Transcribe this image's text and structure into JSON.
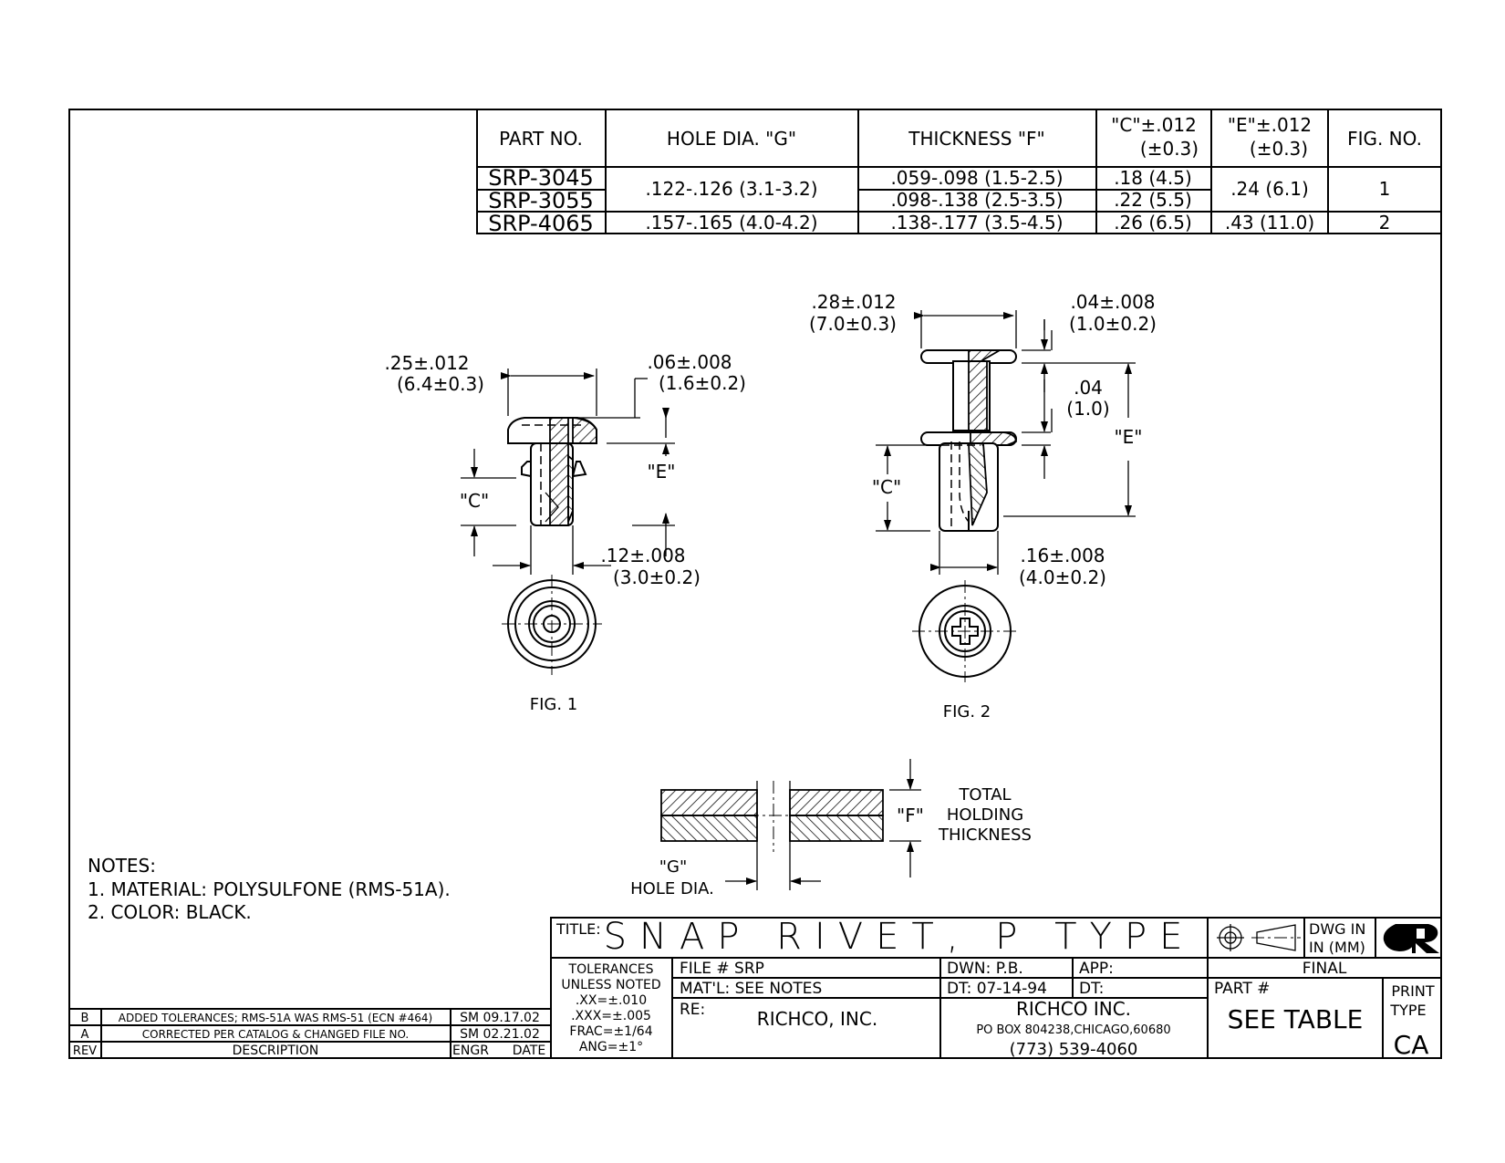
{
  "table": {
    "headers": {
      "part_no": "PART NO.",
      "hole_dia": "HOLE DIA. \"G\"",
      "thickness": "THICKNESS \"F\"",
      "c_line1": "\"C\"±.012",
      "c_line2": "(±0.3)",
      "e_line1": "\"E\"±.012",
      "e_line2": "(±0.3)",
      "fig_no": "FIG. NO."
    },
    "rows": [
      {
        "part": "SRP-3045",
        "thickness": ".059-.098 (1.5-2.5)",
        "c": ".18 (4.5)"
      },
      {
        "part": "SRP-3055",
        "thickness": ".098-.138 (2.5-3.5)",
        "c": ".22 (5.5)"
      },
      {
        "part": "SRP-4065",
        "hole": ".157-.165 (4.0-4.2)",
        "thickness": ".138-.177 (3.5-4.5)",
        "c": ".26 (6.5)",
        "e": ".43 (11.0)",
        "fig": "2"
      }
    ],
    "merged_hole_3045_3055": ".122-.126 (3.1-3.2)",
    "merged_e_3045_3055": ".24 (6.1)",
    "merged_fig_3045_3055": "1"
  },
  "fig1": {
    "caption": "FIG. 1",
    "dim_head_l1": ".25±.012",
    "dim_head_l2": "(6.4±0.3)",
    "dim_thk_l1": ".06±.008",
    "dim_thk_l2": "(1.6±0.2)",
    "dim_shank_l1": ".12±.008",
    "dim_shank_l2": "(3.0±0.2)",
    "label_e": "\"E\"",
    "label_c": "\"C\""
  },
  "fig2": {
    "caption": "FIG. 2",
    "dim_head_l1": ".28±.012",
    "dim_head_l2": "(7.0±0.3)",
    "dim_thk_l1": ".04±.008",
    "dim_thk_l2": "(1.0±0.2)",
    "dim_gap_l1": ".04",
    "dim_gap_l2": "(1.0)",
    "dim_shank_l1": ".16±.008",
    "dim_shank_l2": "(4.0±0.2)",
    "label_e": "\"E\"",
    "label_c": "\"C\""
  },
  "panel": {
    "label_f": "\"F\"",
    "total_l1": "TOTAL",
    "total_l2": "HOLDING",
    "total_l3": "THICKNESS",
    "label_g": "\"G\"",
    "hole_dia": "HOLE DIA."
  },
  "notes": {
    "heading": "NOTES:",
    "items": [
      "1. MATERIAL: POLYSULFONE (RMS-51A).",
      "2. COLOR: BLACK."
    ]
  },
  "revisions": {
    "rows": [
      {
        "rev": "B",
        "desc": "ADDED TOLERANCES; RMS-51A WAS RMS-51 (ECN #464)",
        "engr_date": "SM 09.17.02"
      },
      {
        "rev": "A",
        "desc": "CORRECTED PER CATALOG & CHANGED FILE NO.",
        "engr_date": "SM 02.21.02"
      }
    ],
    "header_rev": "REV",
    "header_desc": "DESCRIPTION",
    "header_engr": "ENGR",
    "header_date": "DATE"
  },
  "title_block": {
    "title_label": "TITLE:",
    "title": "SNAP RIVET, P TYPE",
    "dwg_in_l1": "DWG IN",
    "dwg_in_l2": "IN (MM)",
    "tol_lines": [
      "TOLERANCES",
      "UNLESS NOTED",
      ".XX=±.010",
      ".XXX=±.005",
      "FRAC=±1/64",
      "ANG=±1°"
    ],
    "file": "FILE # SRP",
    "matl": "MAT'L: SEE NOTES",
    "re_label": "RE:",
    "company": "RICHCO, INC.",
    "dwn": "DWN: P.B.",
    "app": "APP:",
    "dt": "DT: 07-14-94",
    "dt2": "DT:",
    "addr_l1": "RICHCO INC.",
    "addr_l2": "PO BOX 804238,CHICAGO,60680",
    "phone": "(773) 539-4060",
    "final": "FINAL",
    "part_label": "PART #",
    "part_value": "SEE TABLE",
    "print_l1": "PRINT",
    "print_l2": "TYPE",
    "print_value": "CA"
  }
}
